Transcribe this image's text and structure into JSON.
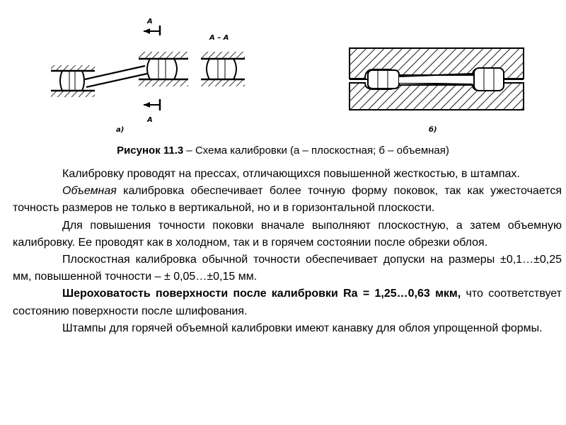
{
  "figure": {
    "label_a": "а)",
    "label_b": "б)",
    "section_mark": "А",
    "section_title": "А – А"
  },
  "caption": {
    "number": "Рисунок 11.3",
    "text": " – Схема калибровки (а – плоскостная; б – объемная)"
  },
  "paragraphs": {
    "p1": "Калибровку проводят на прессах, отличающихся повышенной жесткостью, в штампах.",
    "p2_italic": "Объемная",
    "p2_rest": " калибровка обеспечивает более точную форму поковок, так как ужесточается точность размеров не только в вертикальной, но и в горизонтальной плоскости.",
    "p3": "Для повышения точности поковки вначале выполняют плоскостную, а затем объемную калибровку. Ее проводят как в холодном, так и в горячем состоянии после обрезки облоя.",
    "p4": "Плоскостная калибровка обычной точности обеспечивает допуски на размеры  ±0,1…±0,25 мм, повышенной точности – ± 0,05…±0,15 мм.",
    "p5_bold": "Шероховатость поверхности после калибровки Ra = 1,25…0,63 мкм,",
    "p5_rest": " что соответствует состоянию поверхности  после шлифования.",
    "p6": "Штампы для горячей объемной калибровки имеют канавку для облоя упрощенной формы."
  }
}
